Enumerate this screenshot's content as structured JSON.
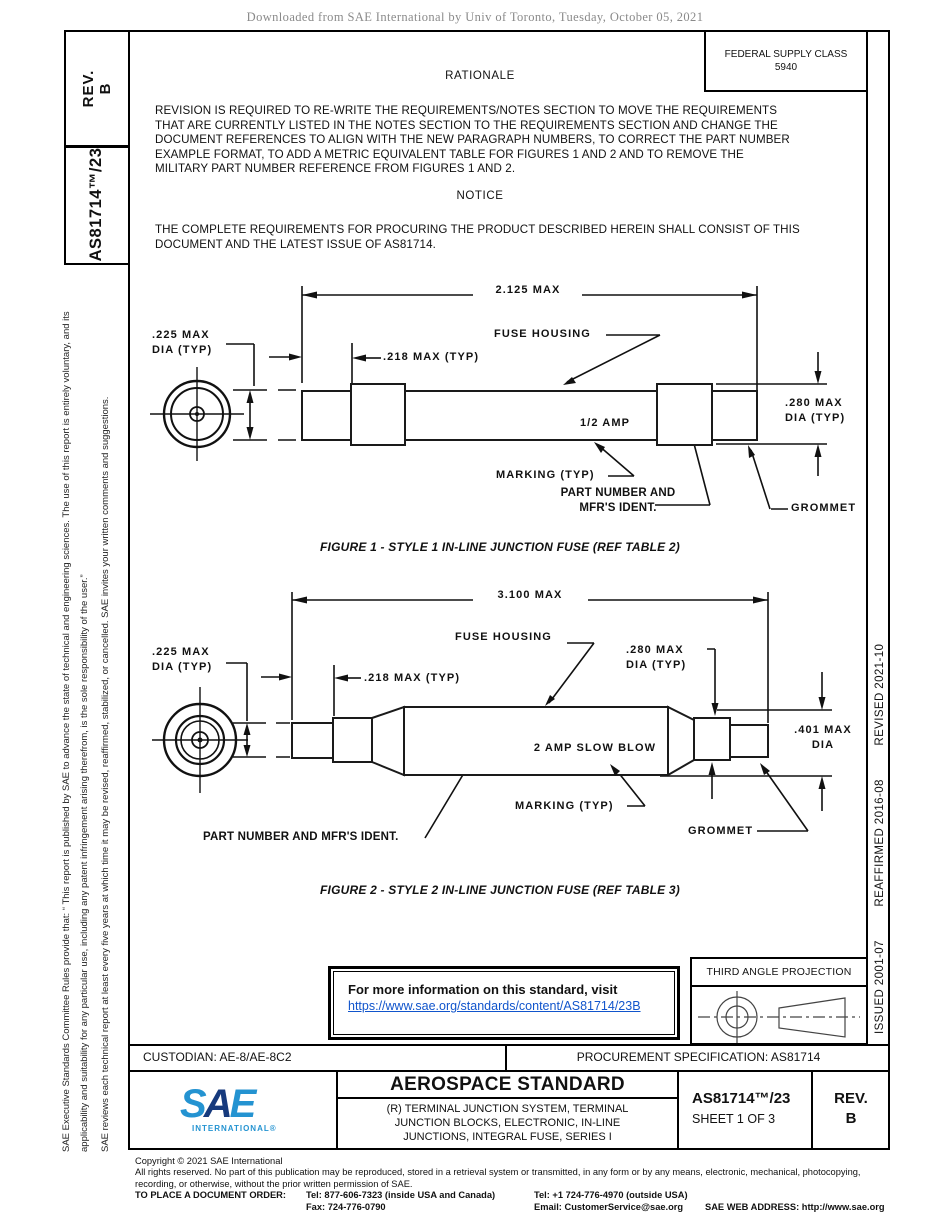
{
  "page": {
    "watermark": "Downloaded from SAE International by Univ of Toronto, Tuesday, October 05, 2021"
  },
  "left_sidebar": {
    "rev_label": "REV.",
    "rev_value": "B",
    "doc_number": "AS81714™/23",
    "disclaimer1": "SAE Executive Standards Committee Rules provide that: “ This report is published by SAE to advance the state of technical and engineering sciences. The use of this report is entirely voluntary, and its applicability and suitability for any particular use, including any patent infringement arising therefrom, is the sole responsibility of the user.”",
    "disclaimer2": "SAE reviews each technical report at least every five years at which time it may be revised, reaffirmed, stabilized, or cancelled. SAE invites your written comments and suggestions."
  },
  "right_sidebar": {
    "issued": "ISSUED 2001-07",
    "reaffirmed": "REAFFIRMED 2016-08",
    "revised": "REVISED 2021-10"
  },
  "header": {
    "federal_supply_class_label": "FEDERAL SUPPLY CLASS",
    "federal_supply_class_value": "5940"
  },
  "rationale": {
    "title": "RATIONALE",
    "body": "REVISION IS REQUIRED TO RE-WRITE THE REQUIREMENTS/NOTES SECTION TO MOVE THE REQUIREMENTS\nTHAT ARE CURRENTLY LISTED IN THE NOTES SECTION TO THE REQUIREMENTS SECTION AND CHANGE THE\nDOCUMENT REFERENCES TO ALIGN WITH THE NEW PARAGRAPH NUMBERS, TO CORRECT THE PART NUMBER\nEXAMPLE FORMAT, TO ADD A METRIC EQUIVALENT TABLE FOR FIGURES 1 AND 2 AND TO REMOVE THE\nMILITARY PART NUMBER REFERENCE FROM FIGURES 1 AND 2."
  },
  "notice": {
    "title": "NOTICE",
    "body": "THE COMPLETE REQUIREMENTS FOR PROCURING THE PRODUCT DESCRIBED HEREIN SHALL CONSIST OF THIS\nDOCUMENT AND THE LATEST ISSUE OF AS81714."
  },
  "figure1": {
    "labels": {
      "dim": "2.125 MAX",
      "dia_left": ".225 MAX\nDIA (TYP)",
      "ferrule": ".218 MAX (TYP)",
      "housing": "FUSE  HOUSING",
      "amp": "1/2 AMP",
      "dia_right": ".280 MAX\nDIA (TYP)",
      "marking": "MARKING (TYP)",
      "part_number": "PART NUMBER AND\nMFR'S IDENT.",
      "grommet": "GROMMET"
    },
    "caption": "FIGURE 1 - STYLE 1 IN-LINE JUNCTION FUSE (REF TABLE 2)"
  },
  "figure2": {
    "labels": {
      "dim": "3.100  MAX",
      "dia_left": ".225 MAX\nDIA (TYP)",
      "ferrule": ".218 MAX (TYP)",
      "housing": "FUSE  HOUSING",
      "amp": "2 AMP SLOW BLOW",
      "dia_right": ".280 MAX\nDIA (TYP)",
      "dia_grommet": ".401 MAX\nDIA",
      "marking": "MARKING (TYP)",
      "part_number": "PART NUMBER AND MFR'S IDENT.",
      "grommet": "GROMMET"
    },
    "caption": "FIGURE 2 - STYLE 2 IN-LINE JUNCTION FUSE (REF TABLE 3)"
  },
  "info_box": {
    "line1": "For more information on this standard, visit",
    "link": "https://www.sae.org/standards/content/AS81714/23B"
  },
  "projection_box": {
    "title": "THIRD ANGLE PROJECTION"
  },
  "custodian_row": {
    "custodian": "CUSTODIAN: AE-8/AE-8C2",
    "procurement": "PROCUREMENT SPECIFICATION: AS81714"
  },
  "title_block": {
    "standard_type": "AEROSPACE STANDARD",
    "subtitle": "(R) TERMINAL JUNCTION SYSTEM, TERMINAL\nJUNCTION BLOCKS, ELECTRONIC, IN-LINE\nJUNCTIONS, INTEGRAL FUSE, SERIES I",
    "doc_number": "AS81714™/23",
    "sheet": "SHEET 1 OF 3",
    "rev_label": "REV.",
    "rev_value": "B",
    "logo_text": "SAE",
    "logo_sub": "INTERNATIONAL®"
  },
  "footer": {
    "copyright": "Copyright © 2021 SAE International",
    "rights": "All rights reserved. No part of this publication may be reproduced, stored in a retrieval system or transmitted, in any form or by any means, electronic, mechanical, photocopying,\nrecording, or otherwise, without the prior written permission of SAE.",
    "order_label": "TO PLACE A DOCUMENT ORDER:",
    "tel_inside": "Tel: 877-606-7323 (inside USA and Canada)",
    "tel_outside": "Tel: +1 724-776-4970 (outside USA)",
    "fax": "Fax: 724-776-0790",
    "email": "Email: CustomerService@sae.org",
    "web": "SAE WEB ADDRESS: http://www.sae.org"
  },
  "colors": {
    "link_blue": "#1155cc",
    "logo_dark_blue": "#163a7d",
    "logo_light_blue": "#2493d1",
    "watermark_gray": "#8a8a8a"
  }
}
